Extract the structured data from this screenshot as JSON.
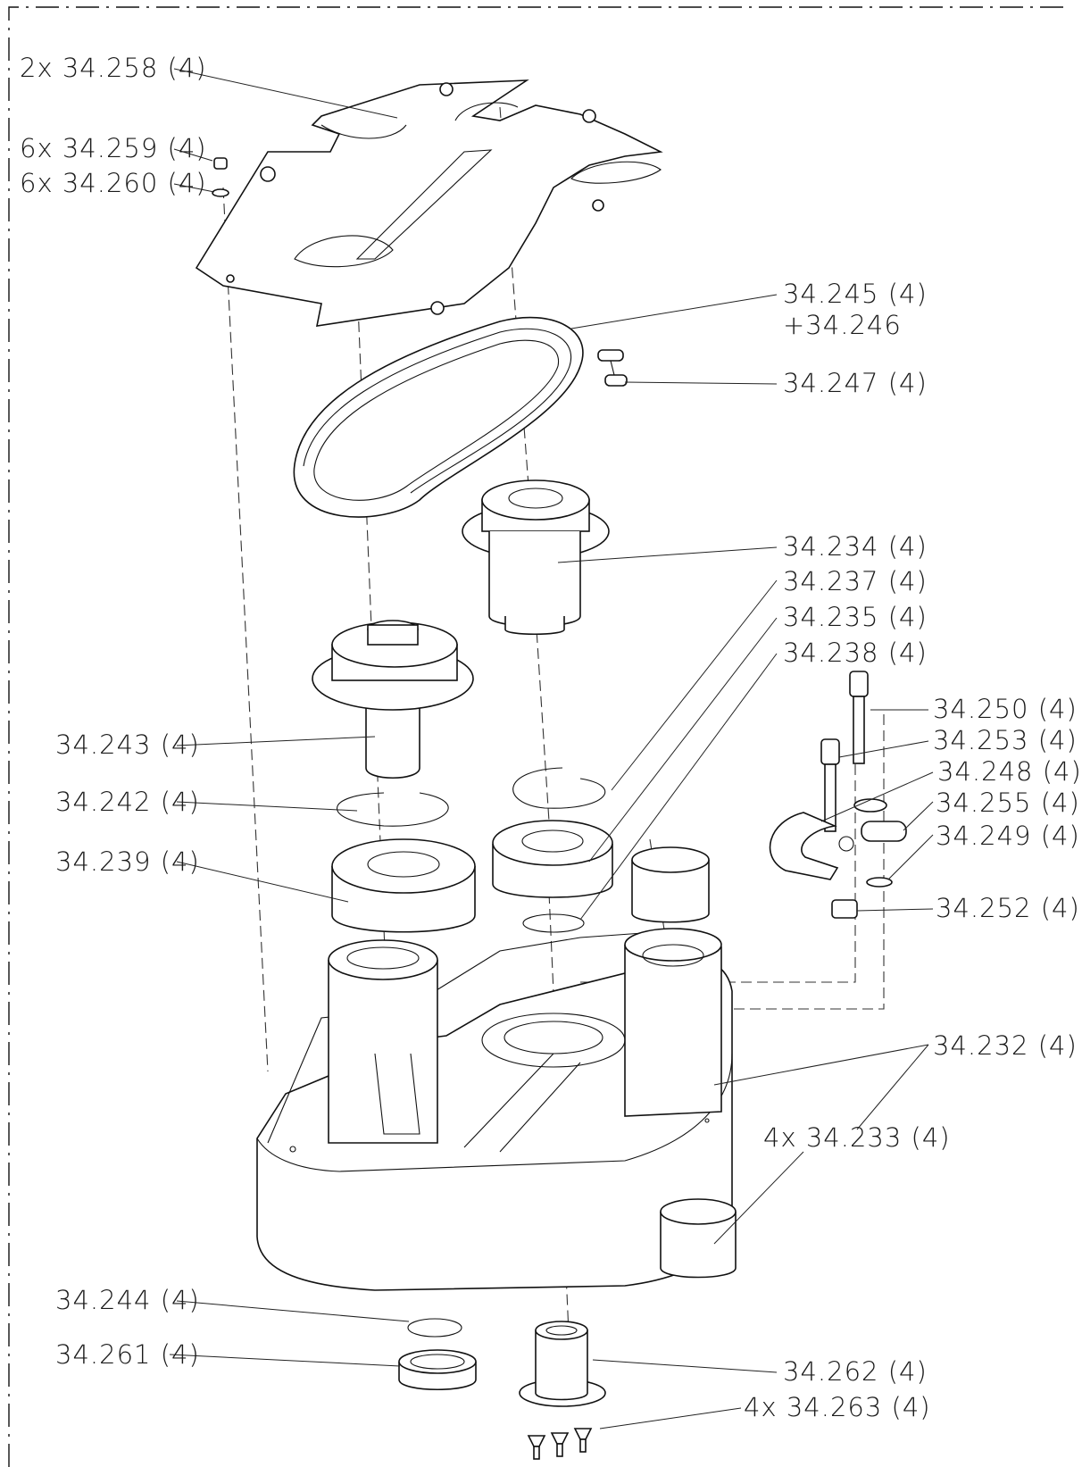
{
  "labels": [
    {
      "id": "l0",
      "text": "2x 34.258 (4)"
    },
    {
      "id": "l1",
      "text": "6x 34.259 (4)"
    },
    {
      "id": "l2",
      "text": "6x 34.260 (4)"
    },
    {
      "id": "l3",
      "text": "34.245 (4)"
    },
    {
      "id": "l4",
      "text": "+34.246"
    },
    {
      "id": "l5",
      "text": "34.247 (4)"
    },
    {
      "id": "l6",
      "text": "34.234 (4)"
    },
    {
      "id": "l7",
      "text": "34.237 (4)"
    },
    {
      "id": "l8",
      "text": "34.235 (4)"
    },
    {
      "id": "l9",
      "text": "34.238 (4)"
    },
    {
      "id": "l10",
      "text": "34.250 (4)"
    },
    {
      "id": "l11",
      "text": "34.253 (4)"
    },
    {
      "id": "l12",
      "text": "34.248 (4)"
    },
    {
      "id": "l13",
      "text": "34.255 (4)"
    },
    {
      "id": "l14",
      "text": "34.249 (4)"
    },
    {
      "id": "l15",
      "text": "34.252 (4)"
    },
    {
      "id": "l16",
      "text": "34.243 (4)"
    },
    {
      "id": "l17",
      "text": "34.242 (4)"
    },
    {
      "id": "l18",
      "text": "34.239 (4)"
    },
    {
      "id": "l19",
      "text": "34.232 (4)"
    },
    {
      "id": "l20",
      "text": "4x 34.233 (4)"
    },
    {
      "id": "l21",
      "text": "34.244 (4)"
    },
    {
      "id": "l22",
      "text": "34.261 (4)"
    },
    {
      "id": "l23",
      "text": "34.262 (4)"
    },
    {
      "id": "l24",
      "text": "4x 34.263 (4)"
    }
  ]
}
